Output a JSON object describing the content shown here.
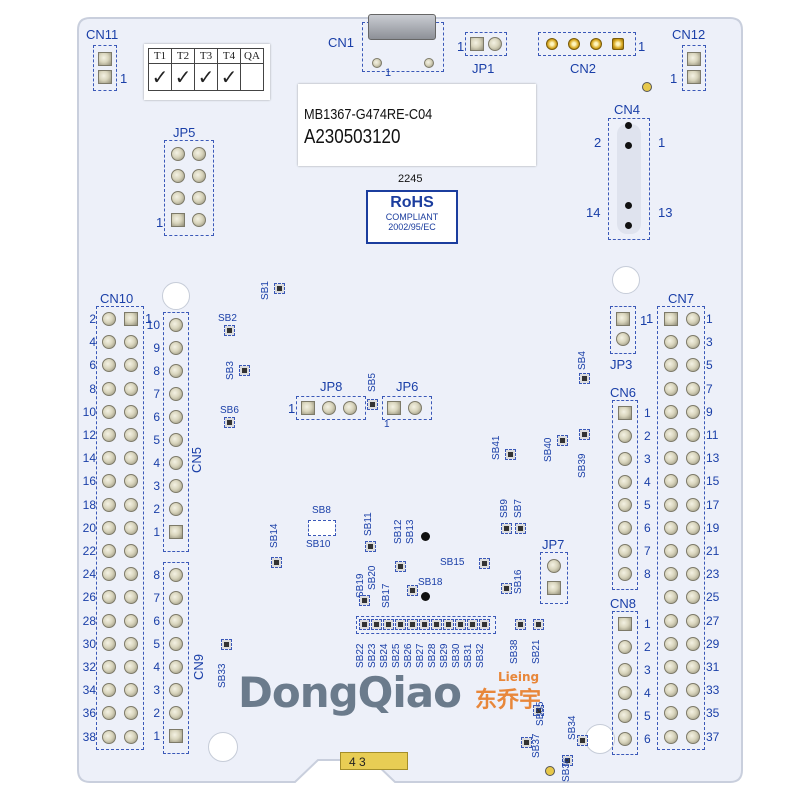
{
  "board": {
    "model": "MB1367-G474RE-C04",
    "serial": "A230503120",
    "date_code": "2245",
    "rohs_title": "RoHS",
    "rohs_line2": "COMPLIANT",
    "rohs_line3": "2002/95/EC",
    "bottom_tag": "4 3"
  },
  "qa_table": {
    "headers": [
      "T1",
      "T2",
      "T3",
      "T4",
      "QA"
    ],
    "checks": [
      "✓",
      "✓",
      "✓",
      "✓",
      ""
    ]
  },
  "connectors": {
    "cn1": "CN1",
    "cn1_pin": "1",
    "jp1": "JP1",
    "jp1_pin": "1",
    "cn2": "CN2",
    "cn2_pin": "1",
    "cn11": "CN11",
    "cn11_pin": "1",
    "cn12": "CN12",
    "cn12_pin": "1",
    "cn4": "CN4",
    "cn4_p2": "2",
    "cn4_p1": "1",
    "cn4_p14": "14",
    "cn4_p13": "13",
    "jp5": "JP5",
    "jp5_pin": "1",
    "cn10": "CN10",
    "cn10_left": [
      "2",
      "4",
      "6",
      "8",
      "10",
      "12",
      "14",
      "16",
      "18",
      "20",
      "22",
      "24",
      "26",
      "28",
      "30",
      "32",
      "34",
      "36",
      "38"
    ],
    "cn10_right_pin": "1",
    "cn5": "CN5",
    "cn5_nums": [
      "10",
      "9",
      "8",
      "7",
      "6",
      "5",
      "4",
      "3",
      "2",
      "1"
    ],
    "cn9": "CN9",
    "cn9_nums": [
      "8",
      "7",
      "6",
      "5",
      "4",
      "3",
      "2",
      "1"
    ],
    "cn7": "CN7",
    "cn7_left_pin": "1",
    "cn7_right": [
      "1",
      "3",
      "5",
      "7",
      "9",
      "11",
      "13",
      "15",
      "17",
      "19",
      "21",
      "23",
      "25",
      "27",
      "29",
      "31",
      "33",
      "35",
      "37"
    ],
    "cn6": "CN6",
    "cn6_nums": [
      "1",
      "2",
      "3",
      "4",
      "5",
      "6",
      "7",
      "8"
    ],
    "cn8": "CN8",
    "cn8_nums": [
      "1",
      "2",
      "3",
      "4",
      "5",
      "6"
    ],
    "jp3": "JP3",
    "jp3_pin": "1",
    "jp8": "JP8",
    "jp8_pin": "1",
    "jp6": "JP6",
    "jp6_pin": "1",
    "jp7": "JP7"
  },
  "solder_bridges": {
    "sb1": "SB1",
    "sb2": "SB2",
    "sb3": "SB3",
    "sb4": "SB4",
    "sb5": "SB5",
    "sb6": "SB6",
    "sb7": "SB7",
    "sb8": "SB8",
    "sb9": "SB9",
    "sb10": "SB10",
    "sb11": "SB11",
    "sb12": "SB12",
    "sb13": "SB13",
    "sb14": "SB14",
    "sb15": "SB15",
    "sb16": "SB16",
    "sb17": "SB17",
    "sb18": "SB18",
    "sb19": "SB19",
    "sb20": "SB20",
    "sb21": "SB21",
    "sb22": "SB22",
    "sb23": "SB23",
    "sb24": "SB24",
    "sb25": "SB25",
    "sb26": "SB26",
    "sb27": "SB27",
    "sb28": "SB28",
    "sb29": "SB29",
    "sb30": "SB30",
    "sb31": "SB31",
    "sb32": "SB32",
    "sb33": "SB33",
    "sb34": "SB34",
    "sb35": "SB35",
    "sb36": "SB36",
    "sb37": "SB37",
    "sb38": "SB38",
    "sb39": "SB39",
    "sb40": "SB40",
    "sb41": "SB41"
  },
  "watermark": {
    "brand": "DongQiao",
    "cn": "东乔宇",
    "small": "Lieing",
    "brand_color": "#6b7b8c",
    "accent": "#e8873a"
  },
  "colors": {
    "board": "#eceff8",
    "silkscreen": "#1a3fa8",
    "pin": "#d9d5bd"
  }
}
